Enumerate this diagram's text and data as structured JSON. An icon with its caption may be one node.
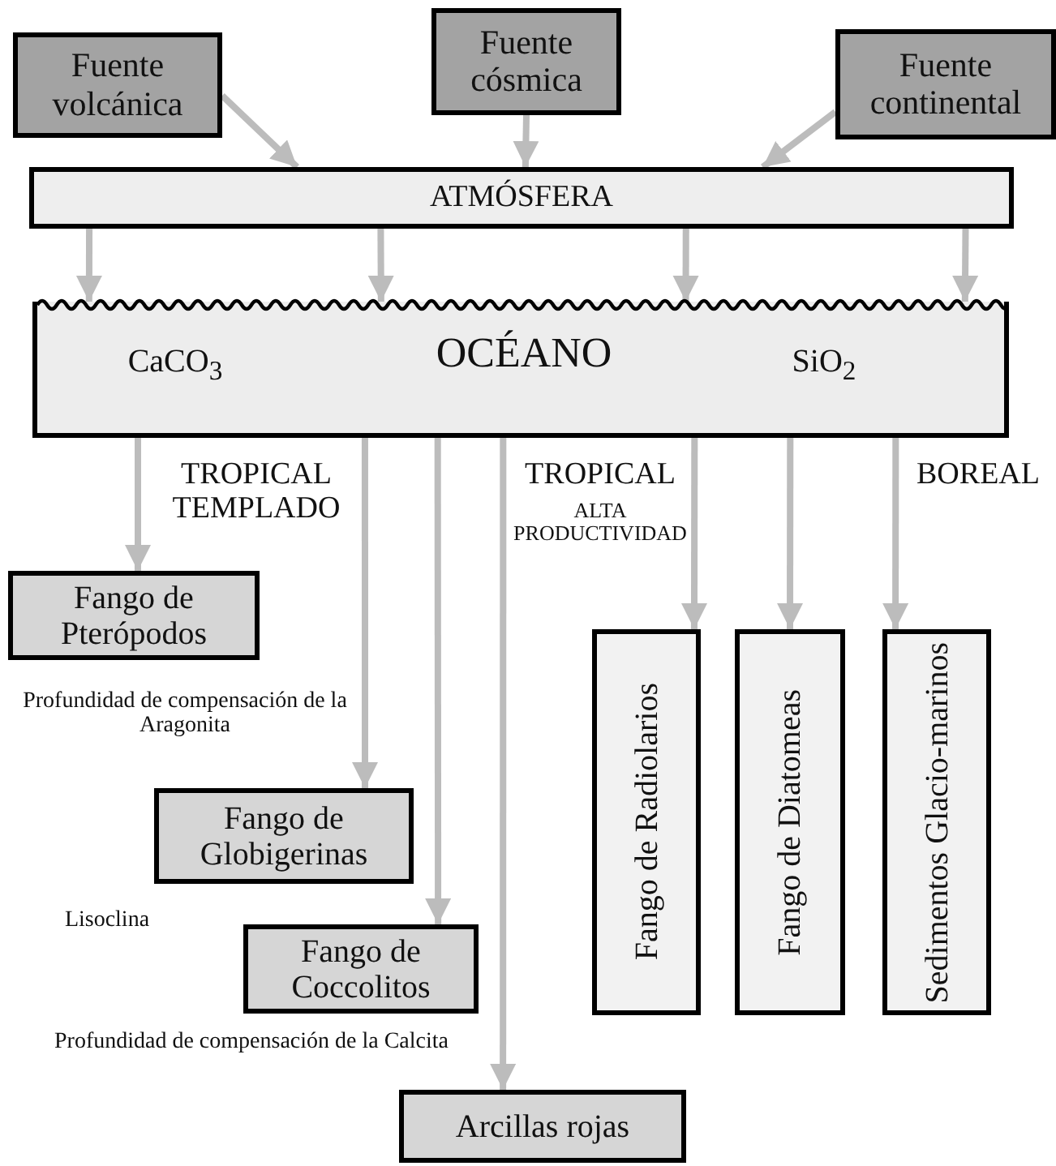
{
  "diagram": {
    "nodes": [
      {
        "text": [
          "Fuente volcánica"
        ]
      },
      {
        "text": [
          "Fuente cósmica"
        ]
      },
      {
        "text": [
          "Fuente continental"
        ]
      },
      {
        "text": [
          "ATMÓSFERA"
        ]
      },
      {
        "text": [
          "CaCO$_{3}$",
          "OCÉANO",
          "SiO$_{2}$"
        ]
      },
      {
        "text": [
          "Fango de Pterópodos"
        ]
      },
      {
        "text": [
          "Fango de Globigerinas"
        ]
      },
      {
        "text": [
          "Fango de Coccolitos"
        ]
      },
      {
        "text": [
          "Arcillas rojas"
        ]
      },
      {
        "text": [
          "Fango de Radiolarios"
        ]
      },
      {
        "text": [
          "Fango de Diatomeas"
        ]
      },
      {
        "text": [
          "Sedimentos Glacio-marinos"
        ]
      }
    ],
    "edges": [
      {
        "from": 0,
        "to": 3,
        "arrow": "to"
      },
      {
        "from": 1,
        "to": 3,
        "arrow": "to"
      },
      {
        "from": 2,
        "to": 3,
        "arrow": "to"
      },
      {
        "from": 3,
        "to": 4,
        "arrow": "to"
      },
      {
        "from": 3,
        "to": 4,
        "arrow": "to"
      },
      {
        "from": 3,
        "to": 4,
        "arrow": "to"
      },
      {
        "from": 3,
        "to": 4,
        "arrow": "to"
      },
      {
        "from": 4,
        "to": 5,
        "arrow": "to"
      },
      {
        "from": 4,
        "to": 6,
        "arrow": "to"
      },
      {
        "from": 4,
        "to": 7,
        "arrow": "to"
      },
      {
        "from": 4,
        "to": 8,
        "arrow": "to"
      },
      {
        "from": 4,
        "to": 9,
        "arrow": "to"
      },
      {
        "from": 4,
        "to": 10,
        "arrow": "to"
      },
      {
        "from": 4,
        "to": 11,
        "arrow": "to"
      }
    ],
    "labels": [
      "TROPICAL TEMPLADO",
      "TROPICAL",
      "BOREAL",
      "ALTA PRODUCTIVIDAD",
      "Profundidad de compensación de la Aragonita",
      "Lisoclina",
      "Profundidad de compensación de la Calcita"
    ]
  }
}
